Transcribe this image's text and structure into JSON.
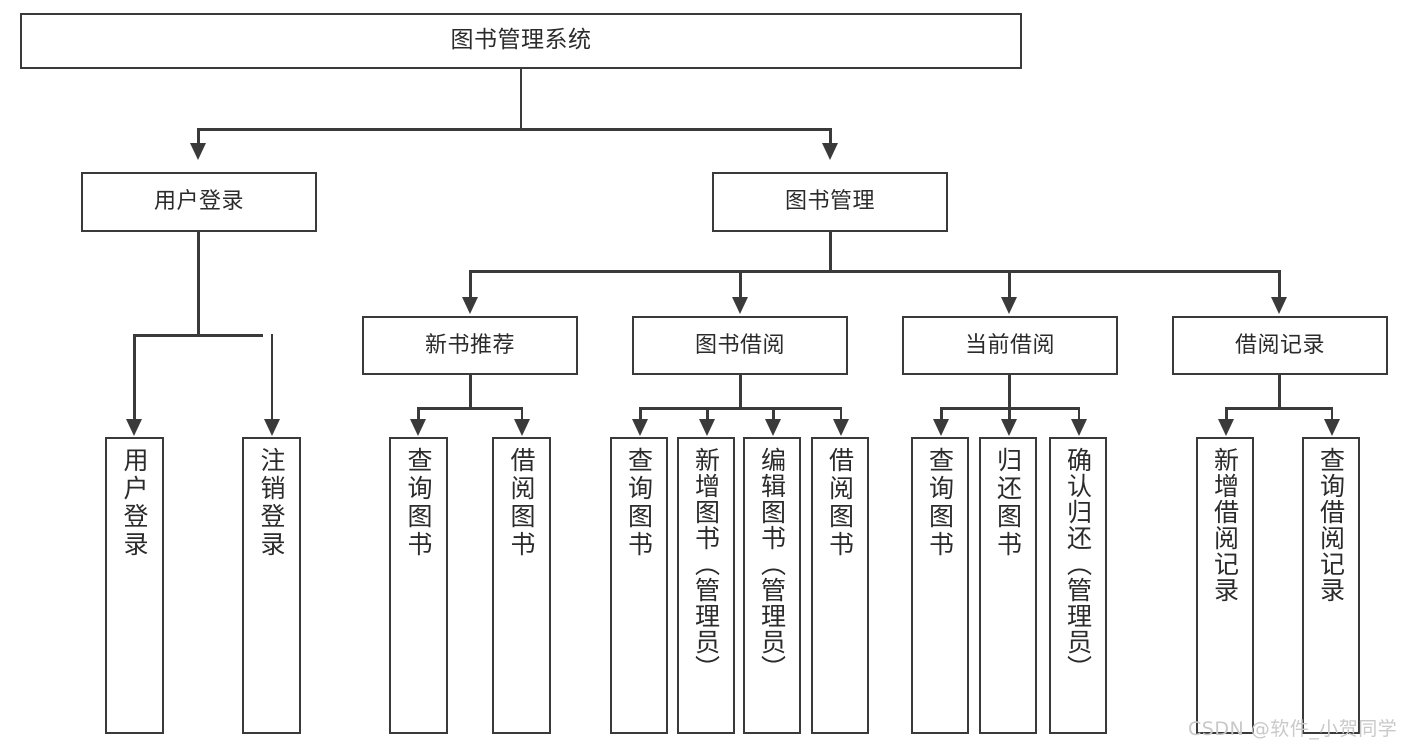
{
  "diagram": {
    "title": "图书管理系统",
    "type": "tree-hierarchy",
    "root": {
      "label": "图书管理系统"
    },
    "level2": [
      {
        "label": "用户登录"
      },
      {
        "label": "图书管理"
      }
    ],
    "level3": [
      {
        "label": "新书推荐"
      },
      {
        "label": "图书借阅"
      },
      {
        "label": "当前借阅"
      },
      {
        "label": "借阅记录"
      }
    ],
    "leaves": {
      "user_login": [
        {
          "label": "用户登录"
        },
        {
          "label": "注销登录"
        }
      ],
      "new_book_recommend": [
        {
          "label": "查询图书"
        },
        {
          "label": "借阅图书"
        }
      ],
      "book_borrow": [
        {
          "label": "查询图书"
        },
        {
          "label": "新增图书（管理员）"
        },
        {
          "label": "编辑图书（管理员）"
        },
        {
          "label": "借阅图书"
        }
      ],
      "current_borrow": [
        {
          "label": "查询图书"
        },
        {
          "label": "归还图书"
        },
        {
          "label": "确认归还（管理员）"
        }
      ],
      "borrow_record": [
        {
          "label": "新增借阅记录"
        },
        {
          "label": "查询借阅记录"
        }
      ]
    }
  },
  "watermark": {
    "text": "CSDN @软件_小贺同学"
  },
  "colors": {
    "stroke": "#3a3a3a",
    "text": "#2b2b2b",
    "background": "#ffffff",
    "watermark": "#c9c9c9"
  }
}
